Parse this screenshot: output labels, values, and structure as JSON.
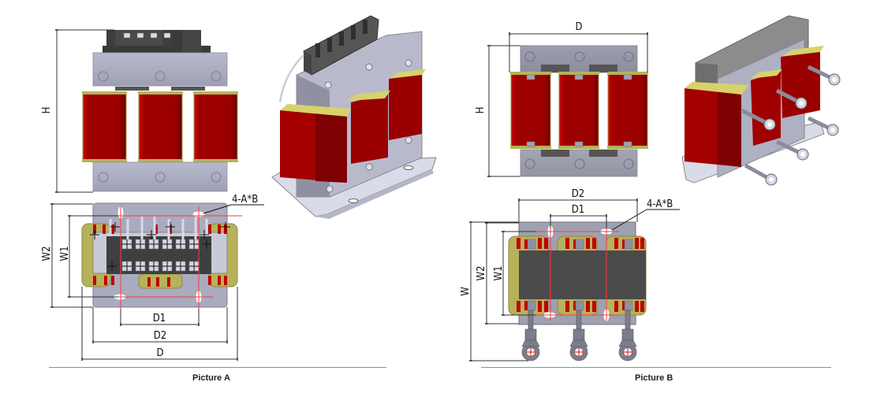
{
  "figures": [
    {
      "id": "A",
      "caption": "Picture A",
      "front_view": {
        "dims": {
          "height": "H"
        }
      },
      "bottom_view": {
        "dims": {
          "w2": "W2",
          "w1": "W1",
          "d1": "D1",
          "d2": "D2",
          "d": "D",
          "holes": "4-A*B"
        }
      }
    },
    {
      "id": "B",
      "caption": "Picture B",
      "front_view": {
        "dims": {
          "height": "H",
          "depth": "D"
        }
      },
      "bottom_view": {
        "dims": {
          "w": "W",
          "w2": "W2",
          "w1": "W1",
          "d1": "D1",
          "d2": "D2",
          "holes": "4-A*B"
        }
      }
    }
  ],
  "colors": {
    "coil_red": "#b00000",
    "coil_dark": "#7a0000",
    "frame_gray": "#a6a8bd",
    "core_dark": "#555555",
    "bobbin_yellow": "#b7b25a",
    "centerline_red": "#ff3030",
    "divider_teal": "#5aa89a"
  }
}
